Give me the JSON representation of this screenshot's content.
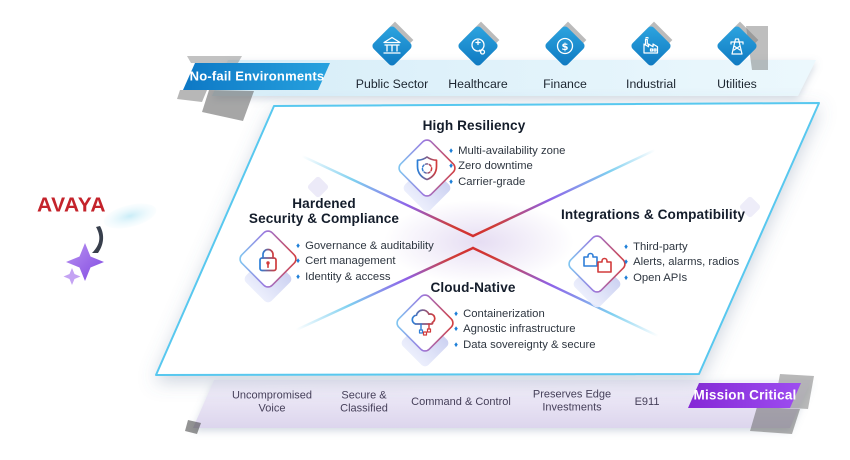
{
  "brand": {
    "logo": "AVAYA",
    "logo_color": "#c4232b"
  },
  "top_band": {
    "badge": "No-fail Environments",
    "badge_color": "#0f82cc",
    "sectors": [
      {
        "label": "Public Sector",
        "icon": "bank-icon"
      },
      {
        "label": "Healthcare",
        "icon": "stethoscope-icon"
      },
      {
        "label": "Finance",
        "icon": "dollar-coin-icon",
        "icon_glyph": "$"
      },
      {
        "label": "Industrial",
        "icon": "factory-icon"
      },
      {
        "label": "Utilities",
        "icon": "power-tower-icon"
      }
    ]
  },
  "panel": {
    "border_color": "#59c8ef",
    "quadrants": {
      "top": {
        "title": "High Resiliency",
        "icon": "shield-check-icon",
        "bullets": [
          "Multi-availability zone",
          "Zero downtime",
          "Carrier-grade"
        ]
      },
      "left": {
        "title_line1": "Hardened",
        "title_line2": "Security & Compliance",
        "icon": "padlock-icon",
        "bullets": [
          "Governance & auditability",
          "Cert management",
          "Identity & access"
        ]
      },
      "right": {
        "title": "Integrations & Compatibility",
        "icon": "puzzle-icon",
        "bullets": [
          "Third-party",
          "Alerts, alarms, radios",
          "Open APIs"
        ]
      },
      "bottom": {
        "title": "Cloud-Native",
        "icon": "cloud-network-icon",
        "bullets": [
          "Containerization",
          "Agnostic infrastructure",
          "Data sovereignty & secure"
        ]
      }
    }
  },
  "bottom_band": {
    "badge": "Mission Critical",
    "badge_color": "#8c2fdd",
    "items": [
      {
        "line1": "Uncompromised",
        "line2": "Voice"
      },
      {
        "line1": "Secure &",
        "line2": "Classified"
      },
      {
        "line1": "Command & Control",
        "line2": ""
      },
      {
        "line1": "Preserves Edge",
        "line2": "Investments"
      },
      {
        "line1": "E911",
        "line2": ""
      }
    ]
  },
  "colors": {
    "sector_diamond": "#1488cc",
    "bullet_marker": "#1d7fd8",
    "x_line_blue": "#7fd0f0",
    "x_line_purple": "#8e62e8",
    "x_line_red": "#d32f2f"
  }
}
